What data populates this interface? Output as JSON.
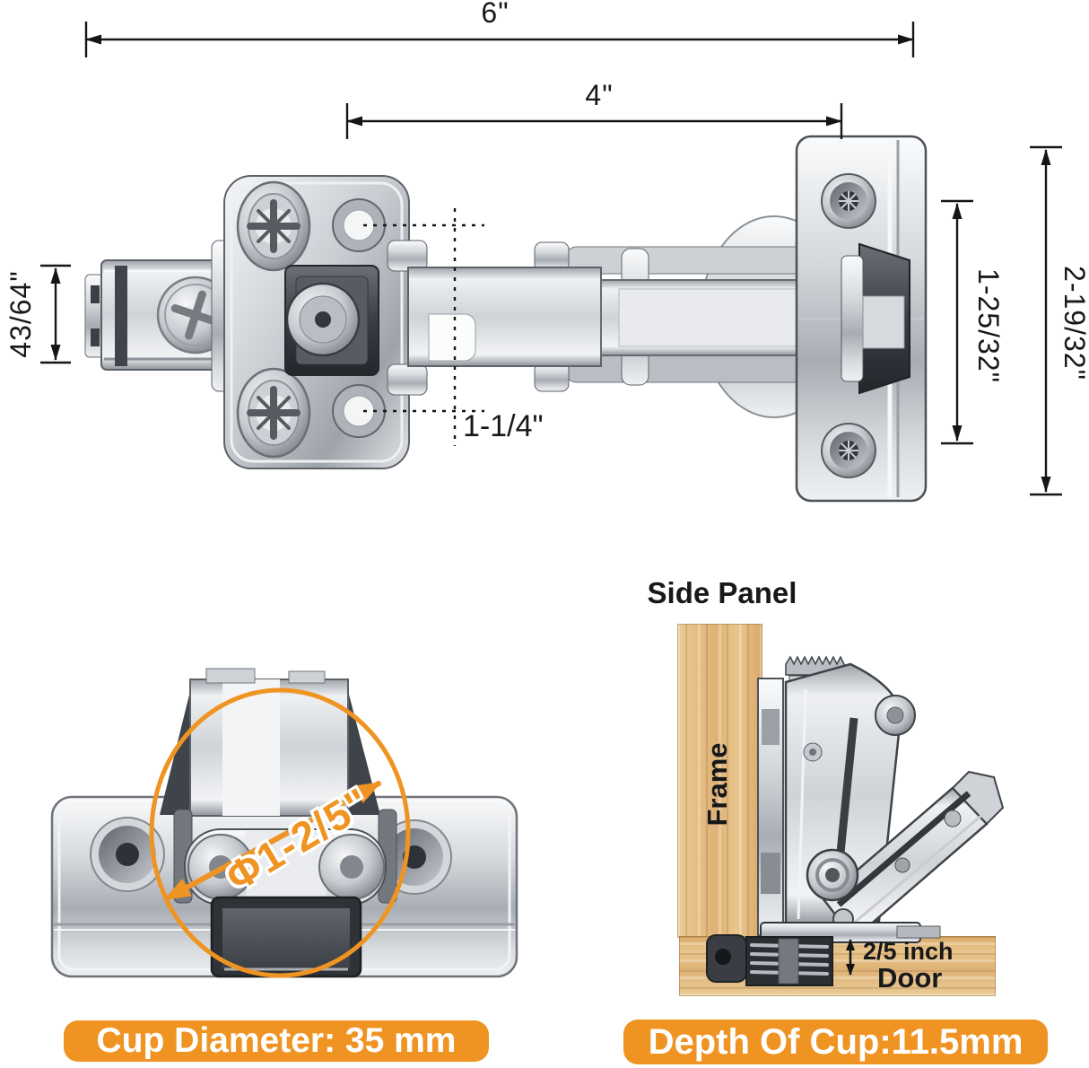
{
  "colors": {
    "accent_orange": "#EF9422",
    "line_color": "#17181a"
  },
  "top_view": {
    "overall_width": "6\"",
    "arm_width": "4\"",
    "plate_depth": "43/64\"",
    "hole_spacing": "1-1/4\"",
    "inner_height": "1-25/32\"",
    "plate_height": "2-19/32\""
  },
  "cup_detail": {
    "diameter_annotation": "Φ1-2/5\"",
    "banner": "Cup Diameter: 35 mm"
  },
  "side_view": {
    "title": "Side Panel",
    "frame_label": "Frame",
    "door_label": "Door",
    "depth_annotation": "2/5 inch",
    "banner": "Depth Of Cup:11.5mm"
  }
}
